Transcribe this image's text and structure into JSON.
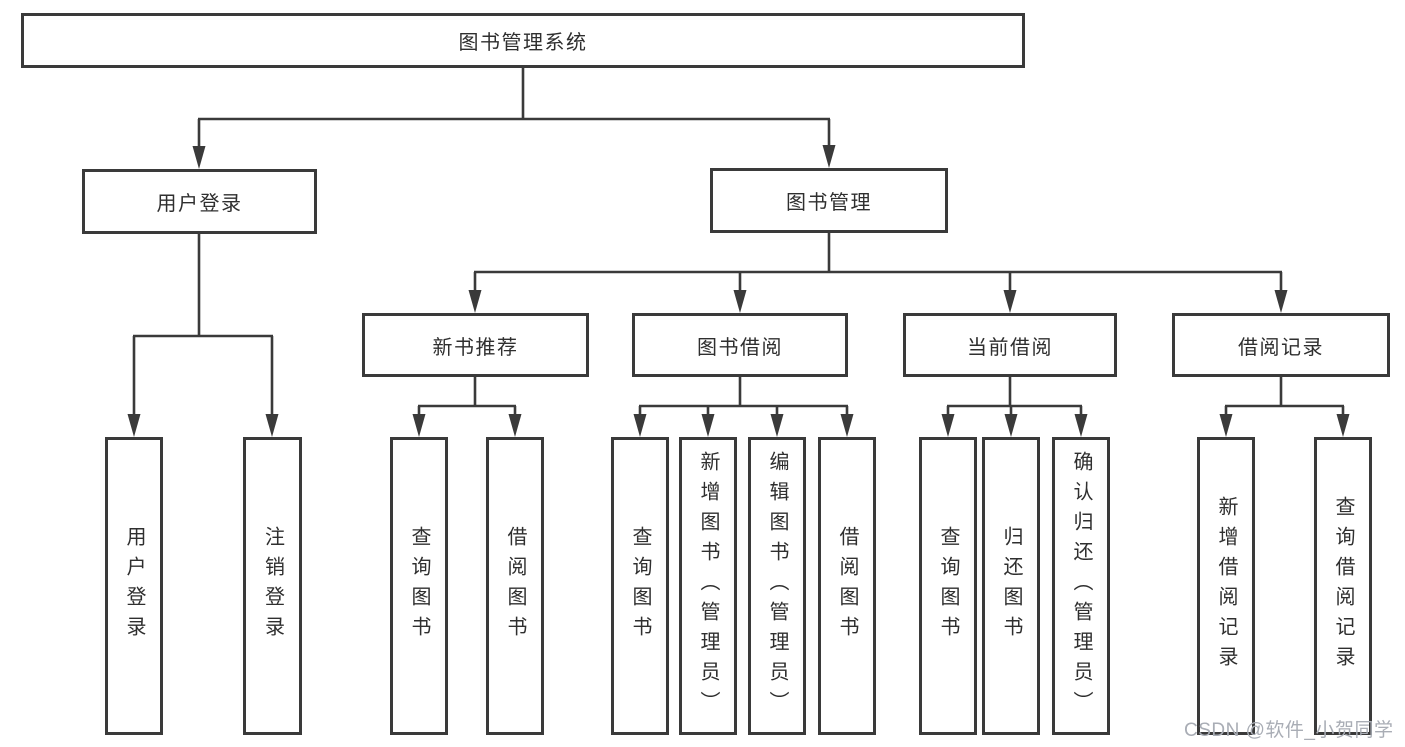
{
  "tree": {
    "root": {
      "label": "图书管理系统"
    },
    "level2": [
      {
        "label": "用户登录"
      },
      {
        "label": "图书管理"
      }
    ],
    "level3": [
      {
        "label": "新书推荐"
      },
      {
        "label": "图书借阅"
      },
      {
        "label": "当前借阅"
      },
      {
        "label": "借阅记录"
      }
    ],
    "leaves": {
      "user_login": [
        "用户登录",
        "注销登录"
      ],
      "new_book_rec": [
        "查询图书",
        "借阅图书"
      ],
      "book_borrow": [
        "查询图书",
        "新增图书（管理员）",
        "编辑图书（管理员）",
        "借阅图书"
      ],
      "current_borrow": [
        "查询图书",
        "归还图书",
        "确认归还（管理员）"
      ],
      "borrow_record": [
        "新增借阅记录",
        "查询借阅记录"
      ]
    }
  },
  "watermark": "CSDN @软件_小贺同学",
  "colors": {
    "line": "#3a3a3a",
    "text": "#2f2f2f",
    "background": "#ffffff",
    "watermark": "#a9adb5"
  }
}
